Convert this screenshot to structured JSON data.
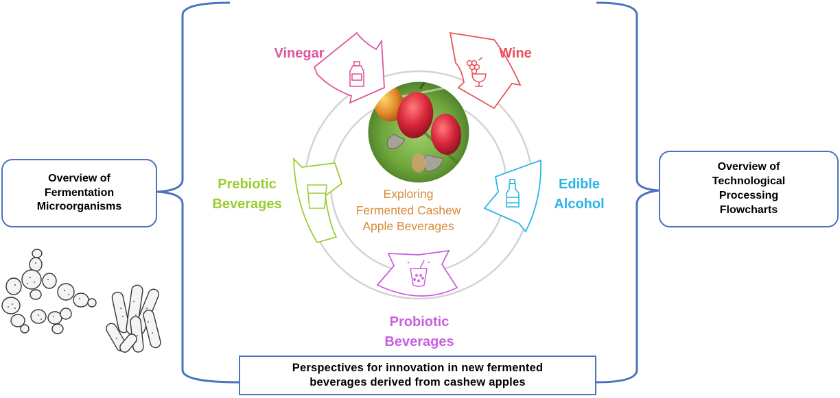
{
  "center": {
    "title": "Exploring\nFermented Cashew\nApple Beverages",
    "image": "cashew-apple-photo"
  },
  "segments": [
    {
      "label": "Vinegar",
      "color": "#e0559a",
      "icon": "bottle-icon"
    },
    {
      "label": "Wine",
      "color": "#e8525a",
      "icon": "grape-glass-icon"
    },
    {
      "label": "Edible\nAlcohol",
      "color": "#2ab4e8",
      "icon": "liquor-bottle-icon"
    },
    {
      "label": "Probiotic\nBeverages",
      "color": "#c85fe0",
      "icon": "bubble-drink-icon"
    },
    {
      "label": "Prebiotic\nBeverages",
      "color": "#9acd32",
      "icon": "glass-icon"
    }
  ],
  "boxes": {
    "left": "Overview of\nFermentation\nMicroorganisms",
    "right": "Overview of\nTechnological\nProcessing\nFlowcharts",
    "bottom": "Perspectives for innovation in new fermented\nbeverages derived from cashew apples"
  },
  "colors": {
    "bracket": "#4a72c0",
    "ring": "#cfcfcf",
    "center_text": "#d98a3a"
  },
  "illustrations": [
    "yeast-cells-drawing",
    "bacteria-rods-drawing"
  ]
}
